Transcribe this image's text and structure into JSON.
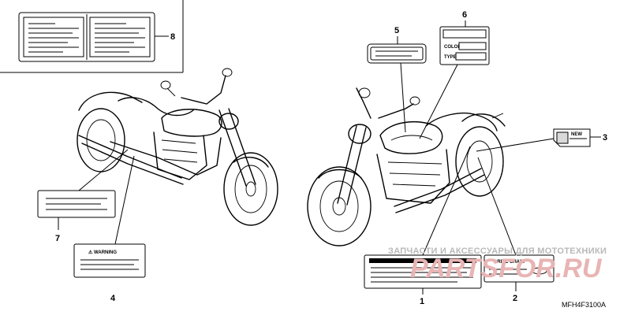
{
  "callouts": {
    "c1": "1",
    "c2": "2",
    "c3": "3",
    "c4": "4",
    "c5": "5",
    "c6": "6",
    "c7": "7",
    "c8": "8"
  },
  "label_text": {
    "warning": "⚠ WARNING",
    "new": "NEW",
    "color": "COLOR",
    "type": "TYPE",
    "drive_chain": "DRIVE CHAIN"
  },
  "diagram_code": "MFH4F3100A",
  "watermark": {
    "line1": "ЗАПЧАСТИ И АКСЕССУАРЫ ДЛЯ МОТОТЕХНИКИ",
    "line2": "PARTSFOR.RU"
  }
}
